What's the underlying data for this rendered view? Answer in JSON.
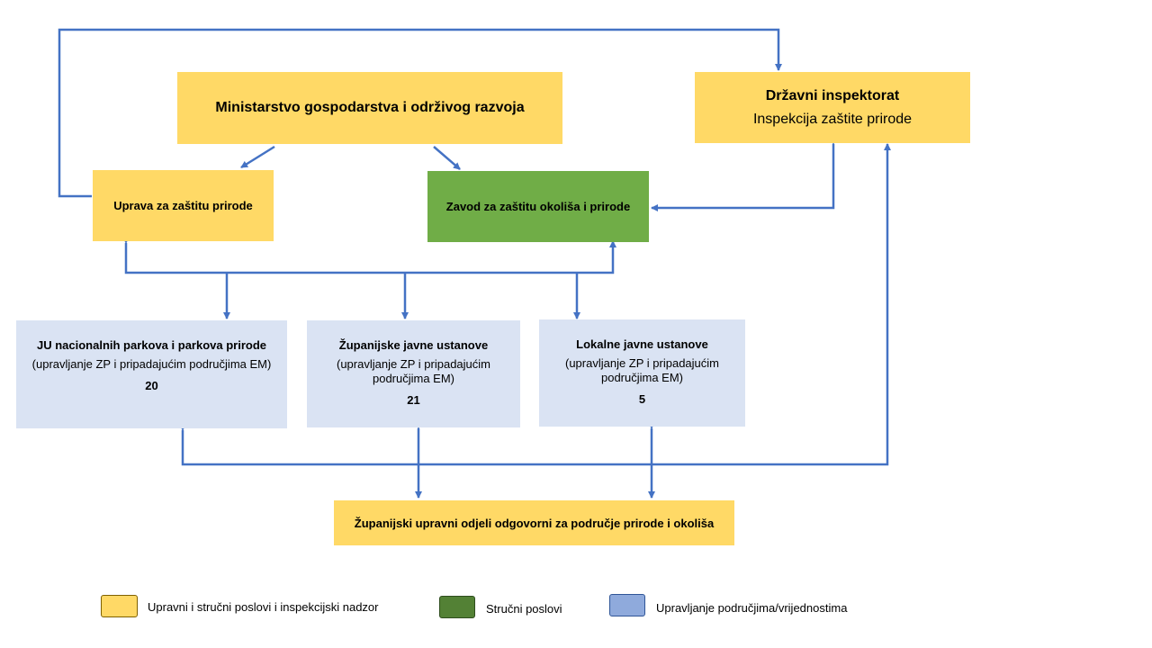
{
  "nodes": {
    "ministry": {
      "title": "Ministarstvo gospodarstva i održivog razvoja"
    },
    "inspectorate": {
      "title": "Državni inspektorat",
      "subtitle": "Inspekcija zaštite prirode"
    },
    "directorate": {
      "title": "Uprava za zaštitu prirode"
    },
    "institute": {
      "title": "Zavod za zaštitu okoliša i prirode"
    },
    "national_parks": {
      "title": "JU nacionalnih parkova i parkova prirode",
      "desc": "(upravljanje ZP i pripadajućim područjima EM)",
      "count": "20"
    },
    "county_institutions": {
      "title": "Županijske javne ustanove",
      "desc": "(upravljanje ZP i pripadajućim područjima  EM)",
      "count": "21"
    },
    "local_institutions": {
      "title": "Lokalne javne ustanove",
      "desc": "(upravljanje ZP i pripadajućim područjima  EM)",
      "count": "5"
    },
    "county_departments": {
      "title": "Županijski upravni odjeli odgovorni za područje prirode i okoliša"
    }
  },
  "legend": [
    {
      "label": "Upravni i stručni poslovi i inspekcijski nadzor",
      "color": "#ffd966"
    },
    {
      "label": "Stručni poslovi",
      "color": "#538135"
    },
    {
      "label": "Upravljanje područjima/vrijednostima",
      "color": "#8faadc"
    }
  ],
  "colors": {
    "connector": "#4472c4",
    "yellow": "#ffd966",
    "green": "#70ad47",
    "blue": "#dae3f3"
  }
}
